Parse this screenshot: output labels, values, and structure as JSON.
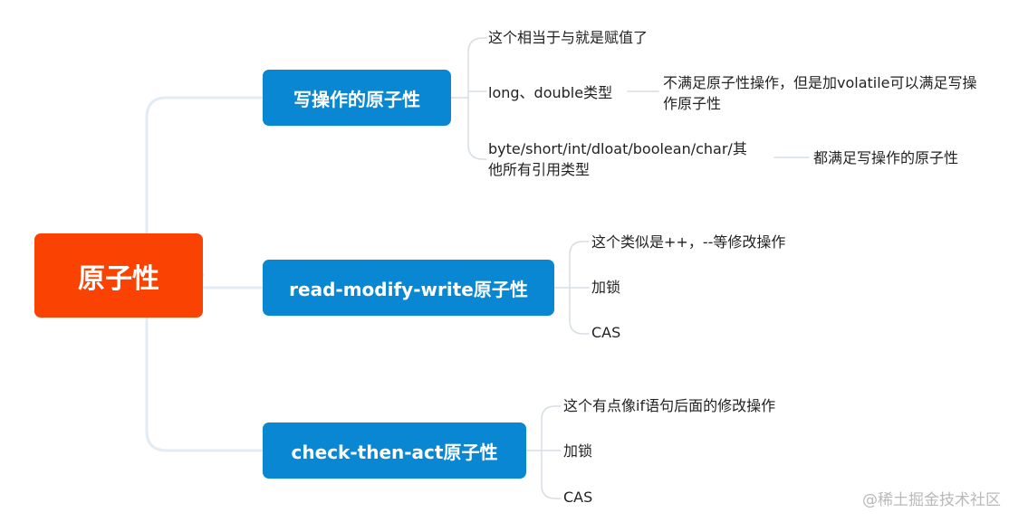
{
  "diagram": {
    "root": {
      "label": "原子性"
    },
    "branches": [
      {
        "label": "写操作的原子性",
        "children": [
          {
            "label": "这个相当于与就是赋值了"
          },
          {
            "label": "long、double类型",
            "detail": [
              "不满足原子性操作，但是加volatile可以满足写操",
              "作原子性"
            ]
          },
          {
            "label": [
              "byte/short/int/dloat/boolean/char/其",
              "他所有引用类型"
            ],
            "detail": [
              "都满足写操作的原子性"
            ]
          }
        ]
      },
      {
        "label": "read-modify-write原子性",
        "children": [
          {
            "label": "这个类似是++，--等修改操作"
          },
          {
            "label": "加锁"
          },
          {
            "label": "CAS"
          }
        ]
      },
      {
        "label": "check-then-act原子性",
        "children": [
          {
            "label": "这个有点像if语句后面的修改操作"
          },
          {
            "label": "加锁"
          },
          {
            "label": "CAS"
          }
        ]
      }
    ]
  },
  "watermark": "@稀土掘金技术社区",
  "colors": {
    "root": "#fa4302",
    "branch": "#0a87d2",
    "connector_root": "#e3ebf5",
    "connector_leaf": "#d6dde5"
  }
}
